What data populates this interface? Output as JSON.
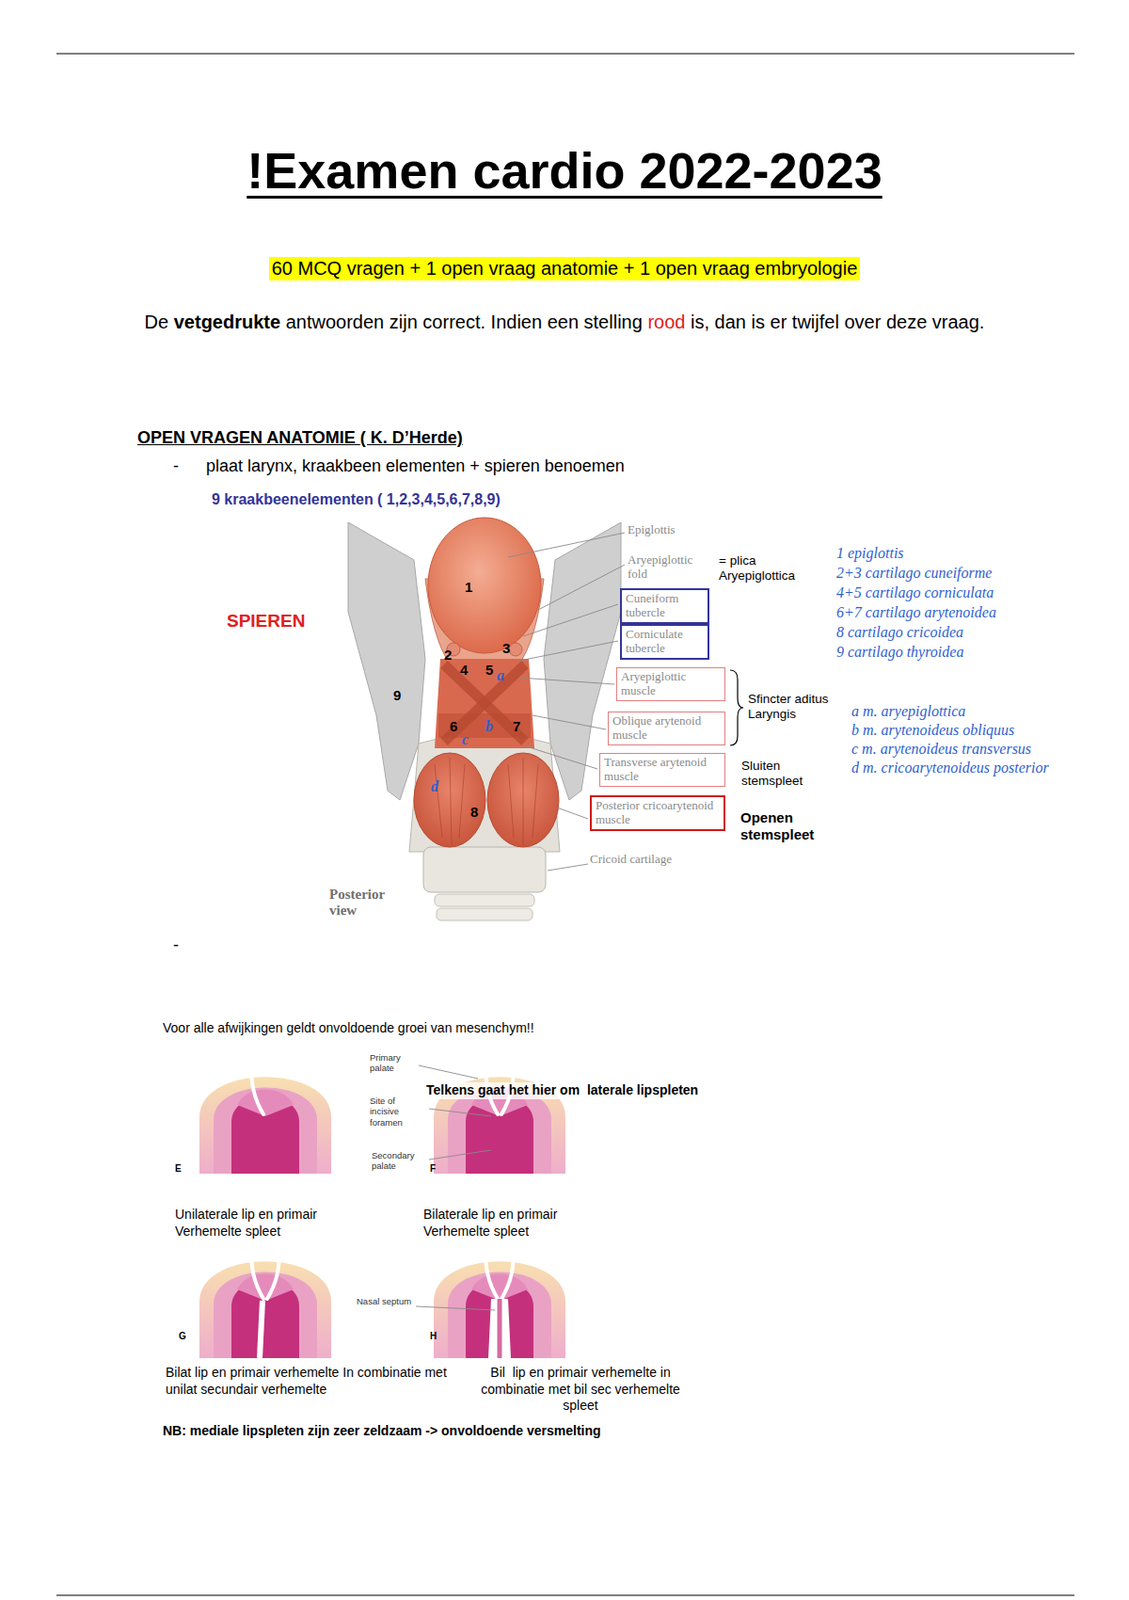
{
  "diagram": {
    "title": "!Examen cardio 2022-2023",
    "nodes": [
      {
        "text": [
          "60 MCQ vragen + 1 open vraag anatomie + 1 open vraag embryologie"
        ]
      },
      {
        "text": [
          "Cuneiform tubercle"
        ]
      },
      {
        "text": [
          "Corniculate tubercle"
        ]
      },
      {
        "text": [
          "Aryepiglottic muscle"
        ]
      },
      {
        "text": [
          "Oblique arytenoid muscle"
        ]
      },
      {
        "text": [
          "Transverse arytenoid muscle"
        ]
      },
      {
        "text": [
          "Posterior cricoarytenoid muscle"
        ]
      }
    ],
    "labels": [
      "De",
      "vetgedrukte",
      "antwoorden zijn correct. Indien een stelling",
      "rood",
      "is, dan is er twijfel over deze vraag.",
      "OPEN VRAGEN ANATOMIE ( K. D’Herde)",
      "-",
      "plaat larynx, kraakbeen elementen + spieren benoemen",
      "9 kraakbeenelementen ( 1,2,3,4,5,6,7,8,9)",
      "SPIEREN",
      "Epiglottis",
      "Aryepiglottic fold",
      "= plica Aryepiglottica",
      "Cricoid cartilage",
      "Posterior view",
      "1",
      "2",
      "3",
      "4",
      "5",
      "6",
      "7",
      "8",
      "9",
      "a",
      "b",
      "c",
      "d",
      "Sfincter aditus Laryngis",
      "Sluiten stemspleet",
      "Openen stemspleet",
      "1 epiglottis",
      "2+3 cartilago cuneiforme",
      "4+5 cartilago corniculata",
      "6+7 cartilago arytenoidea",
      "8 cartilago cricoidea",
      "9 cartilago thyroidea",
      "a m. aryepiglottica",
      "b m. arytenoideus obliquus",
      "c m. arytenoideus transversus",
      "d m. cricoarytenoideus posterior",
      "-",
      "Voor alle afwijkingen geldt onvoldoende groei van mesenchym!!",
      "Primary palate",
      "Site of incisive foramen",
      "Secondary palate",
      "Telkens gaat het hier om  laterale lipspleten",
      "E",
      "F",
      "Unilaterale lip en primair Verhemelte spleet",
      "Bilaterale lip en primair Verhemelte spleet",
      "Nasal septum",
      "G",
      "H",
      "Bilat lip en primair verhemelte In combinatie met unilat secundair verhemelte",
      "Bil  lip en primair verhemelte in combinatie met bil sec verhemelte spleet",
      "NB: mediale lipspleten zijn zeer zeldzaam -> onvoldoende versmelting"
    ]
  }
}
